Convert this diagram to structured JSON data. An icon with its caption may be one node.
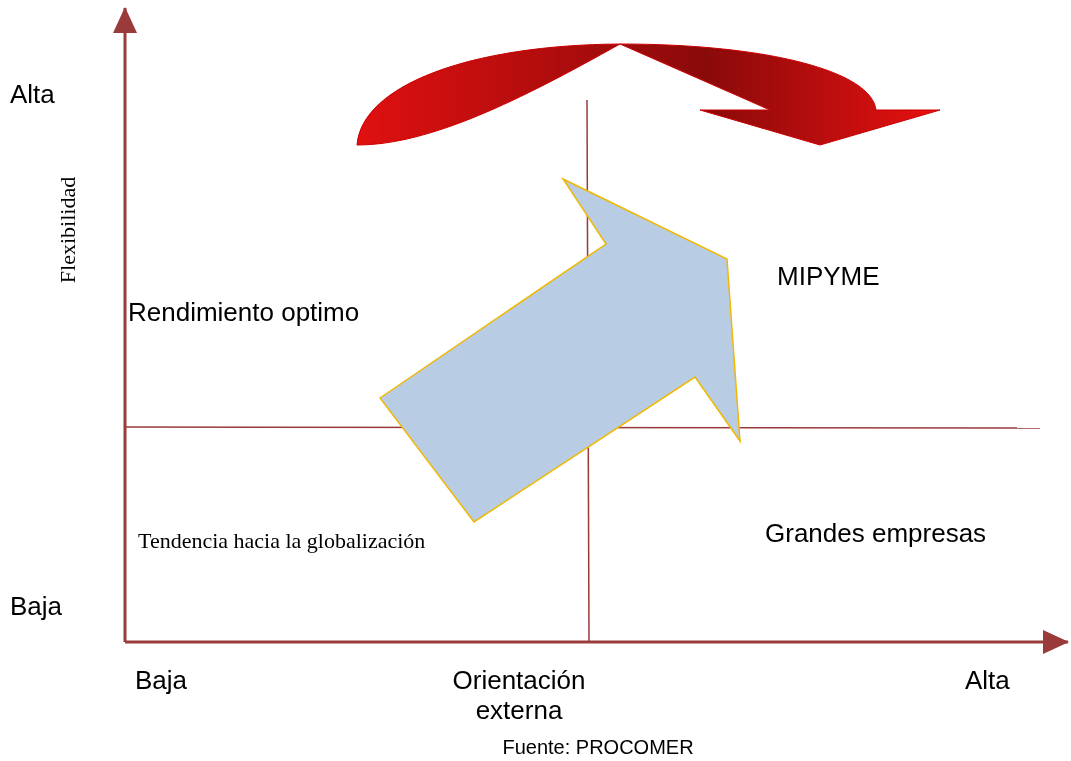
{
  "diagram": {
    "caption": "Fuente: PROCOMER",
    "labels": [
      "Alta",
      "Flexibilidad",
      "Rendimiento optimo",
      "MIPYME",
      "Tendencia hacia la globalización",
      "Grandes empresas",
      "Baja",
      "Baja",
      "Orientación externa",
      "Alta"
    ]
  }
}
